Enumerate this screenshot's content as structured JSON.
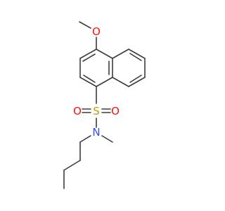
{
  "molecule": {
    "atoms": {
      "methoxy_oxygen": "O",
      "sulfur": "S",
      "sulfonyl_oxygen_left": "O",
      "sulfonyl_oxygen_right": "O",
      "nitrogen": "N"
    },
    "colors": {
      "bond": "#3c3c3c",
      "oxygen": "#ff0d0d",
      "sulfur": "#b8a000",
      "nitrogen": "#3050f8"
    }
  }
}
